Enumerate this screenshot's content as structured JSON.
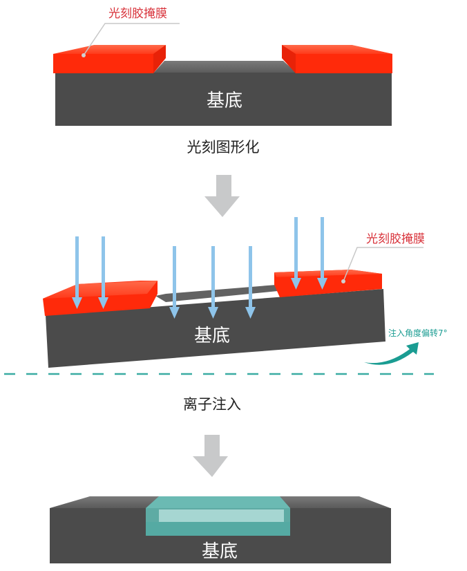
{
  "colors": {
    "photoresist": "#ff2a0a",
    "photoresist_top": "#ff5a3a",
    "substrate": "#4a4a4a",
    "substrate_top": "#6e6e6e",
    "ion_arrow": "#8ec4ea",
    "process_arrow": "#c8c9ca",
    "accent_teal": "#1a9c92",
    "implant_region": "#5fb8b0",
    "callout_text": "#d8323a",
    "callout_line": "#c8c8c8"
  },
  "stage1": {
    "callout": "光刻胶掩膜",
    "substrate_label": "基底",
    "caption": "光刻图形化"
  },
  "stage2": {
    "callout": "光刻胶掩膜",
    "substrate_label": "基底",
    "angle_note": "注入角度偏转7°",
    "caption": "离子注入"
  },
  "stage3": {
    "substrate_label": "基底"
  }
}
